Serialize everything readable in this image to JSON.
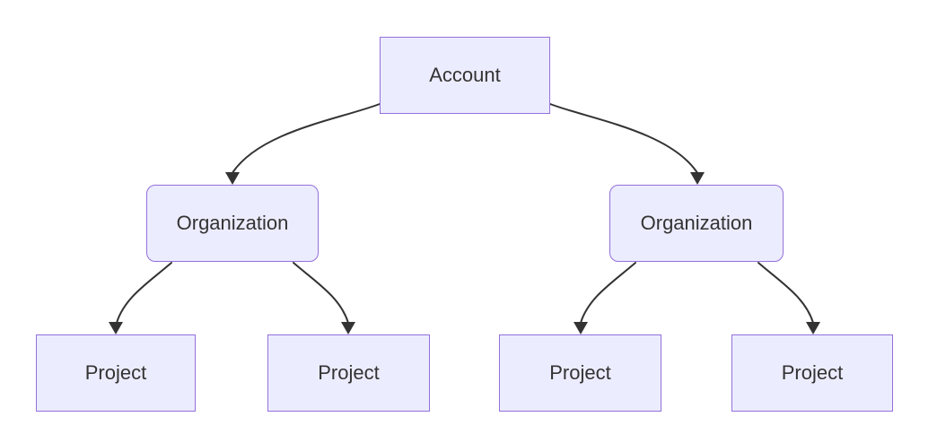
{
  "diagram": {
    "type": "flowchart",
    "direction": "top-down",
    "nodes": {
      "account": {
        "label": "Account",
        "shape": "rectangle"
      },
      "org_left": {
        "label": "Organization",
        "shape": "rounded-rectangle"
      },
      "org_right": {
        "label": "Organization",
        "shape": "rounded-rectangle"
      },
      "project_1": {
        "label": "Project",
        "shape": "rectangle"
      },
      "project_2": {
        "label": "Project",
        "shape": "rectangle"
      },
      "project_3": {
        "label": "Project",
        "shape": "rectangle"
      },
      "project_4": {
        "label": "Project",
        "shape": "rectangle"
      }
    },
    "edges": [
      {
        "from": "account",
        "to": "org_left",
        "arrow": "arrowhead"
      },
      {
        "from": "account",
        "to": "org_right",
        "arrow": "arrowhead"
      },
      {
        "from": "org_left",
        "to": "project_1",
        "arrow": "arrowhead"
      },
      {
        "from": "org_left",
        "to": "project_2",
        "arrow": "arrowhead"
      },
      {
        "from": "org_right",
        "to": "project_3",
        "arrow": "arrowhead"
      },
      {
        "from": "org_right",
        "to": "project_4",
        "arrow": "arrowhead"
      }
    ],
    "colors": {
      "node_fill": "#ECECFF",
      "node_border": "#9370DB",
      "text": "#333333",
      "edge": "#333333",
      "background": "#FFFFFF"
    }
  }
}
